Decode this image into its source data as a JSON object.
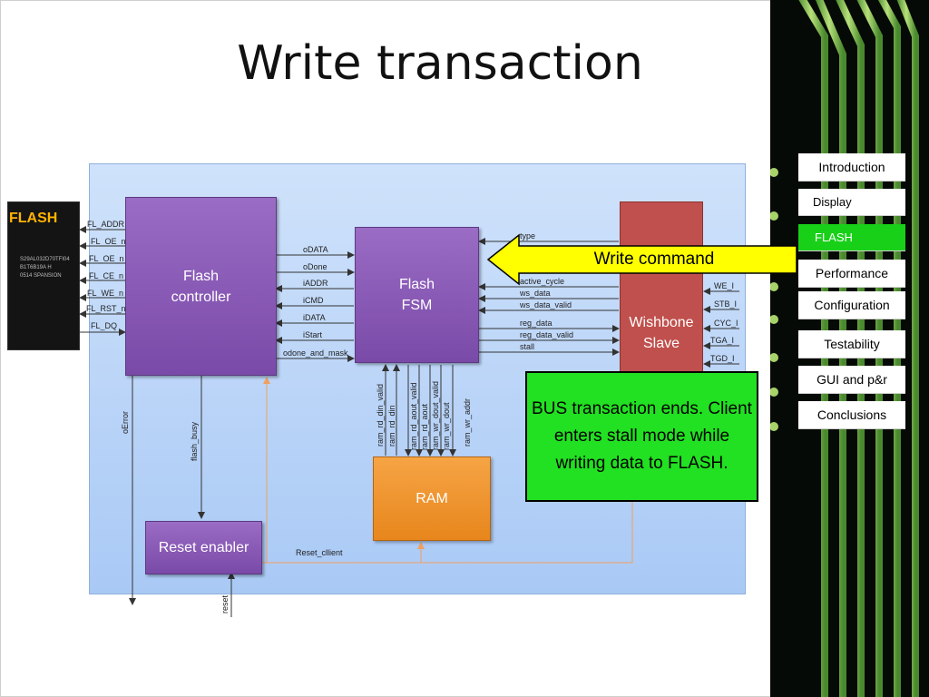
{
  "title": "Write transaction",
  "flash_chip": {
    "label": "FLASH",
    "text": [
      "S29AL032D70TFI04",
      "B1T6B19A H",
      "0514 SPANSION"
    ]
  },
  "blocks": {
    "flash_controller": "Flash controller",
    "flash_fsm": "Flash FSM",
    "wishbone_slave": "Wishbone Slave",
    "ram": "RAM",
    "reset_enabler": "Reset enabler"
  },
  "signals": {
    "flash_pins": [
      "FL_ADDR",
      "FL_OE_n",
      "FL_OE_n",
      "FL_CE_n",
      "FL_WE_n",
      "FL_RST_n",
      "FL_DQ"
    ],
    "ctrl_fsm": [
      "oDATA",
      "oDone",
      "iADDR",
      "iCMD",
      "iDATA",
      "iStart",
      "odone_and_mask"
    ],
    "fsm_wb": [
      "type",
      "active_cycle",
      "ws_data",
      "ws_data_valid",
      "reg_data",
      "reg_data_valid",
      "stall"
    ],
    "wb_inputs": [
      "WE_I",
      "STB_I",
      "CYC_I",
      "TGA_I",
      "TGD_I"
    ],
    "ram_bus": [
      "ram_rd_din_valid",
      "ram_rd_din",
      "ram_rd_aout_valid",
      "ram_rd_aout",
      "ram_wr_dout_valid",
      "ram_wr_dout",
      "ram_wr_addr"
    ],
    "oerror": "oError",
    "flash_busy": "flash_busy",
    "reset_client": "Reset_cllient",
    "reset": "reset"
  },
  "callouts": {
    "write_command": "Write command",
    "bus_transaction": "BUS transaction ends. Client enters stall mode while writing data to FLASH."
  },
  "nav": [
    "Introduction",
    "Display",
    "FLASH",
    "Performance",
    "Configuration",
    "Testability",
    "GUI and p&r",
    "Conclusions"
  ],
  "nav_active": "FLASH",
  "colors": {
    "diagram_bg": "#b9d3f8",
    "block_purple": "#8a5bb8",
    "block_red": "#c0504d",
    "block_orange": "#f0951f",
    "callout_yellow": "#ffff00",
    "callout_green": "#22e022",
    "nav_active": "#19d019"
  }
}
